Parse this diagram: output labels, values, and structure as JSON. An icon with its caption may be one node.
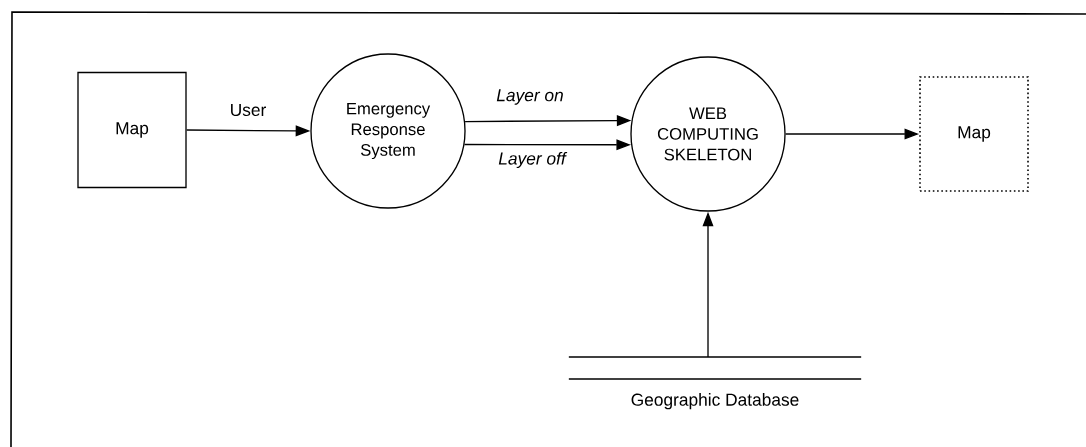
{
  "diagram": {
    "nodes": [
      {
        "text": [
          "Map"
        ]
      },
      {
        "text": [
          "Emergency Response System"
        ]
      },
      {
        "text": [
          "WEB COMPUTING SKELETON"
        ]
      },
      {
        "text": [
          "Map"
        ]
      },
      {
        "text": [
          "Geographic Database"
        ]
      }
    ],
    "edges": [
      {
        "from": 0,
        "to": 1,
        "arrow": "to",
        "label": "User"
      },
      {
        "from": 1,
        "to": 2,
        "arrow": "to",
        "label": "Layer on"
      },
      {
        "from": 1,
        "to": 2,
        "arrow": "to",
        "label": "Layer off"
      },
      {
        "from": 2,
        "to": 3,
        "arrow": "to"
      },
      {
        "from": 4,
        "to": 2,
        "arrow": "to"
      }
    ]
  }
}
